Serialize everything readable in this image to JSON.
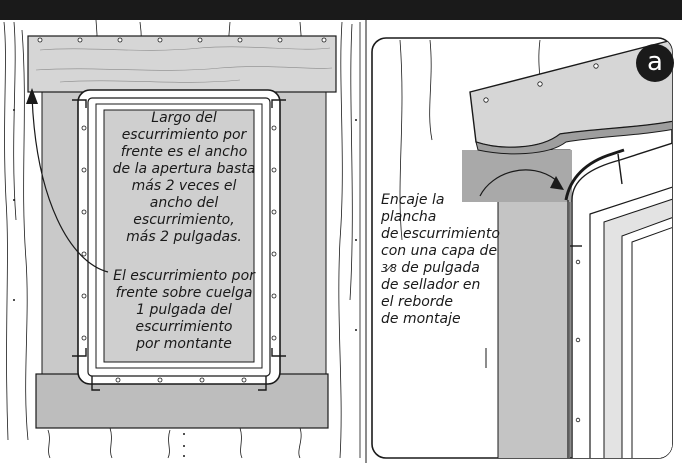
{
  "colors": {
    "header_bar": "#1a1a1a",
    "wall": "#ffffff",
    "flashing_gray": "#c9c9c9",
    "shadow_gray": "#9e9e9e",
    "ink": "#1a1a1a"
  },
  "badge": {
    "label": "a"
  },
  "left_panel": {
    "main_note_lines": [
      "Largo del",
      "escurrimiento por",
      "frente es el ancho",
      "de la apertura basta",
      "más 2 veces el",
      "ancho del",
      "escurrimiento,",
      "más 2 pulgadas."
    ],
    "side_note_lines": [
      "El escurrimiento por",
      "frente sobre cuelga",
      "1 pulgada del",
      "escurrimiento",
      "por montante"
    ]
  },
  "right_panel": {
    "note_line_1": "Encaje la",
    "note_line_2": "plancha",
    "note_line_3": "de escurrimiento",
    "note_line_4": "con una capa de",
    "note_fraction": "3⁄8",
    "note_line_5_rest": " de pulgada",
    "note_line_6": "de sellador en",
    "note_line_7": "el reborde",
    "note_line_8": "de montaje"
  }
}
